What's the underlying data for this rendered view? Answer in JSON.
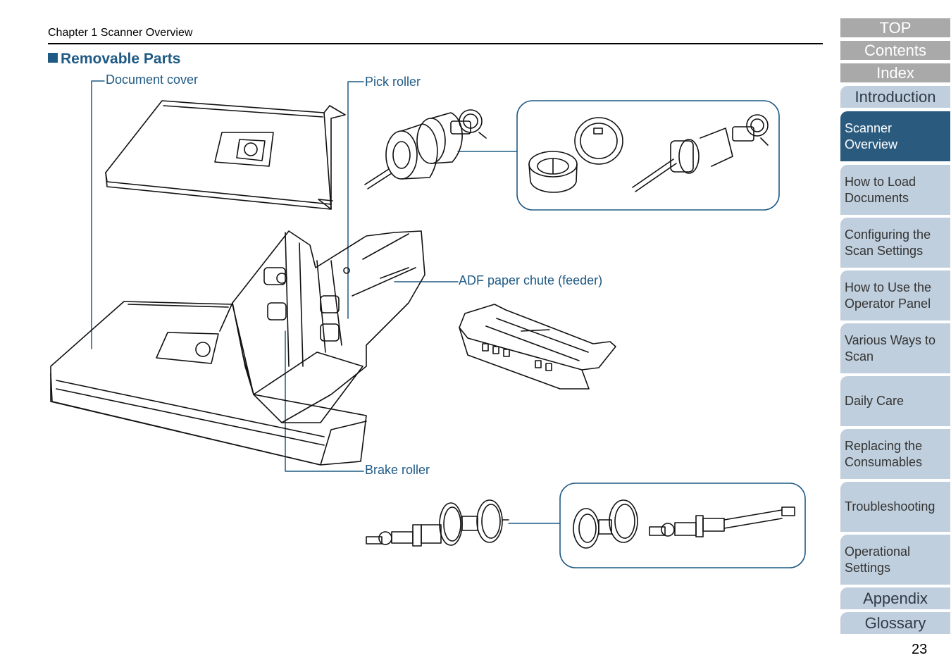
{
  "header": {
    "chapter": "Chapter 1 Scanner Overview"
  },
  "section": {
    "title": "Removable Parts"
  },
  "callouts": {
    "document_cover": "Document cover",
    "pick_roller": "Pick roller",
    "adf_chute": "ADF paper chute (feeder)",
    "brake_roller": "Brake roller"
  },
  "nav": {
    "top": "TOP",
    "contents": "Contents",
    "index": "Index",
    "introduction": "Introduction",
    "scanner_overview": "Scanner Overview",
    "how_to_load": "How to Load Documents",
    "configuring": "Configuring the Scan Settings",
    "operator_panel": "How to Use the Operator Panel",
    "various_ways": "Various Ways to Scan",
    "daily_care": "Daily Care",
    "replacing": "Replacing the Consumables",
    "troubleshooting": "Troubleshooting",
    "operational": "Operational Settings",
    "appendix": "Appendix",
    "glossary": "Glossary"
  },
  "page_number": "23",
  "colors": {
    "accent": "#1f5a84",
    "nav_active": "#2a5b7f",
    "nav_bg": "#c0cfdd",
    "nav_top": "#a9a9a9"
  }
}
